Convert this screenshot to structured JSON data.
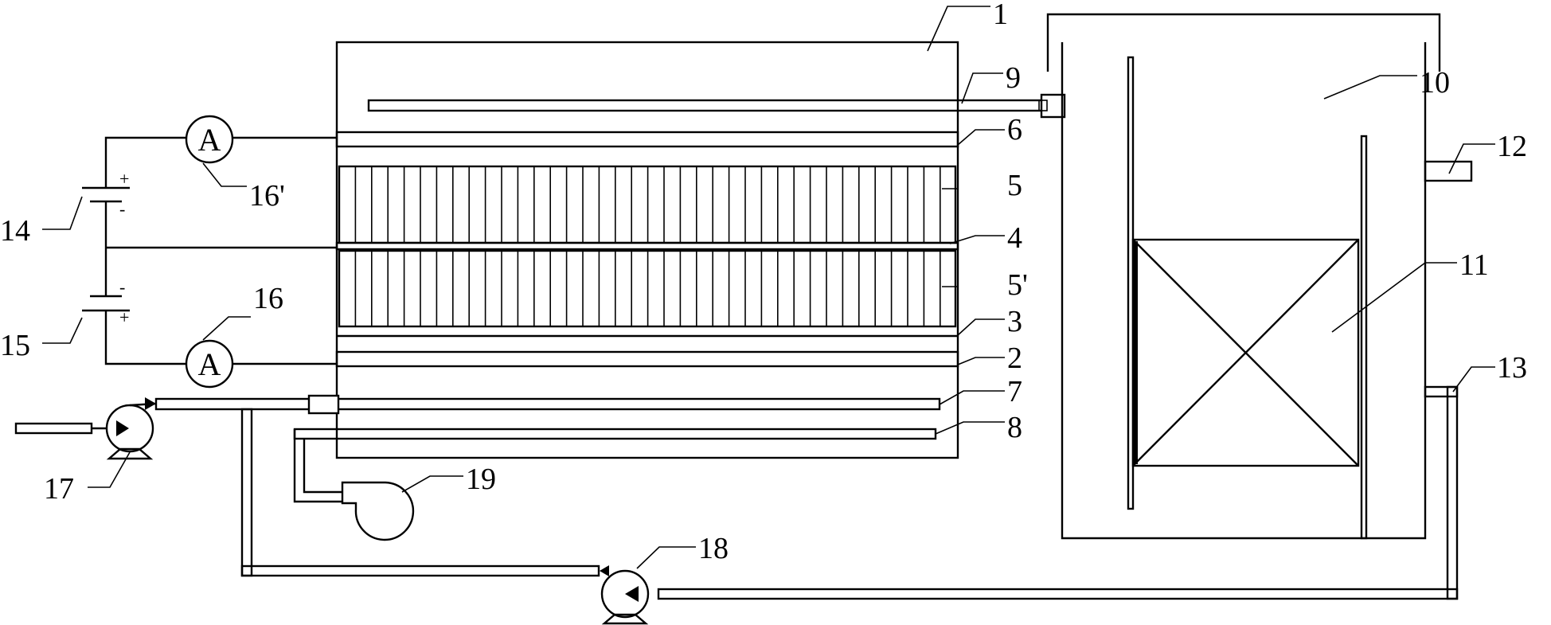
{
  "diagram": {
    "line_color": "#000000",
    "background": "#ffffff",
    "meter_symbol": "A",
    "battery_plus": "+",
    "battery_minus": "-",
    "labels": {
      "l1": "1",
      "l2": "2",
      "l3": "3",
      "l4": "4",
      "l5": "5",
      "l5p": "5'",
      "l6": "6",
      "l7": "7",
      "l8": "8",
      "l9": "9",
      "l10": "10",
      "l11": "11",
      "l12": "12",
      "l13": "13",
      "l14": "14",
      "l15": "15",
      "l16": "16",
      "l16p": "16'",
      "l17": "17",
      "l18": "18",
      "l19": "19"
    }
  }
}
